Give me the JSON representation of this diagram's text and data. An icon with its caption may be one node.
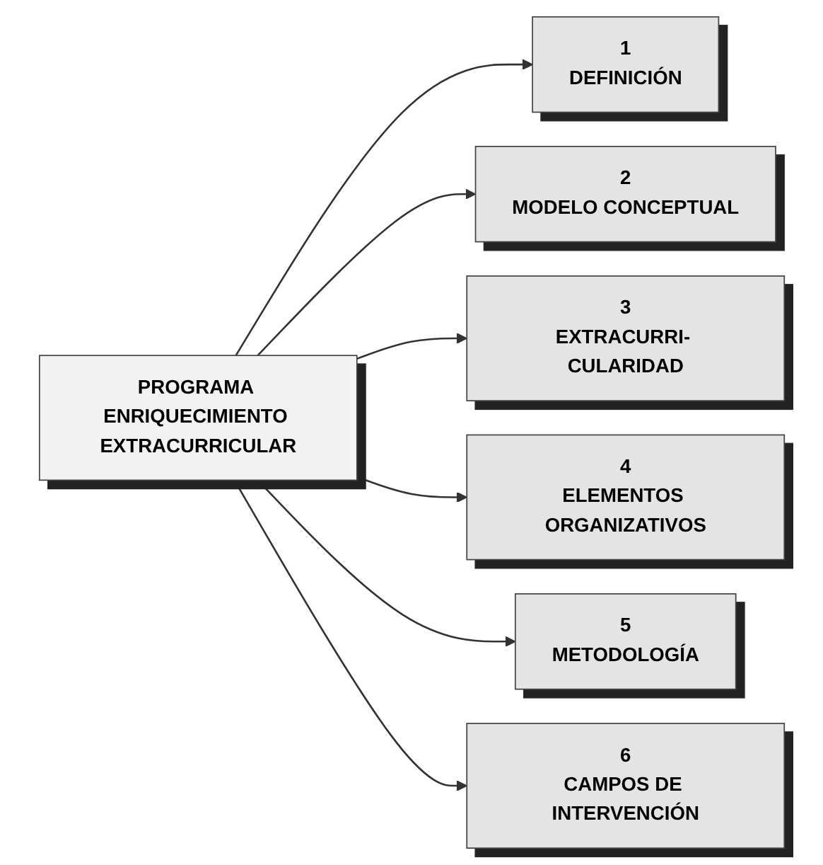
{
  "diagram": {
    "nodes": [
      {
        "text": [
          "PROGRAMA ENRIQUECIMIENTO EXTRACURRICULAR"
        ]
      },
      {
        "text": [
          "1",
          "DEFINICIÓN"
        ]
      },
      {
        "text": [
          "2",
          "MODELO CONCEPTUAL"
        ]
      },
      {
        "text": [
          "3",
          "EXTRACURRI- CULARIDAD"
        ]
      },
      {
        "text": [
          "4",
          "ELEMENTOS ORGANIZATIVOS"
        ]
      },
      {
        "text": [
          "5",
          "METODOLOGÍA"
        ]
      },
      {
        "text": [
          "6",
          "CAMPOS DE INTERVENCIÓN"
        ]
      }
    ],
    "edges": [
      {
        "from": 0,
        "to": 1,
        "arrow": "to"
      },
      {
        "from": 0,
        "to": 2,
        "arrow": "to"
      },
      {
        "from": 0,
        "to": 3,
        "arrow": "to"
      },
      {
        "from": 0,
        "to": 4,
        "arrow": "to"
      },
      {
        "from": 0,
        "to": 5,
        "arrow": "to"
      },
      {
        "from": 0,
        "to": 6,
        "arrow": "to"
      }
    ]
  }
}
